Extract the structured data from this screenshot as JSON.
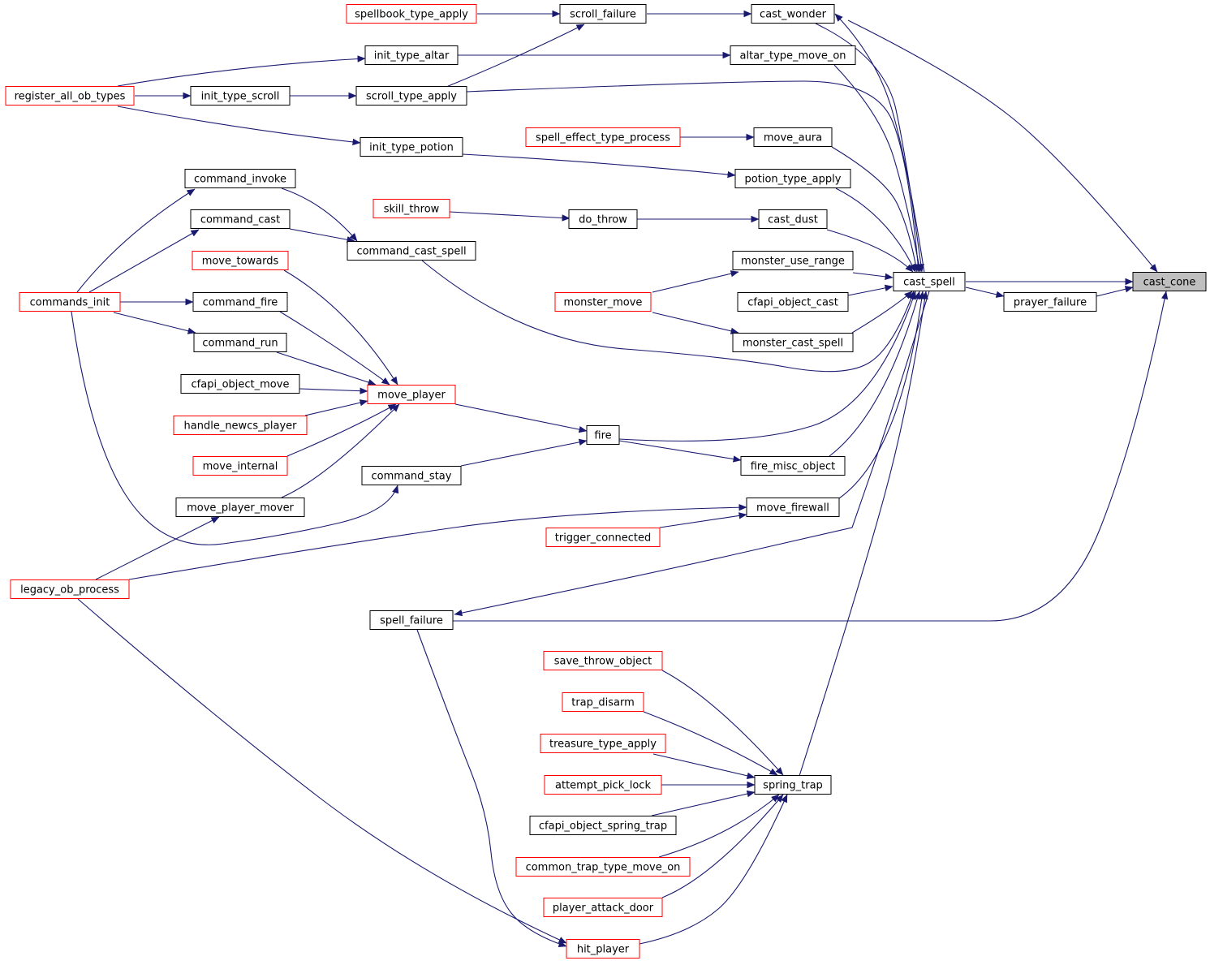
{
  "colors": {
    "edge": "#191970",
    "node_fill": "#ffffff",
    "node_border_normal": "#000000",
    "node_border_truncated": "#ff0000",
    "node_fill_focus": "#bfbfbf"
  },
  "nodes": [
    {
      "id": "cast_cone",
      "label": "cast_cone",
      "style": "focus"
    },
    {
      "id": "cast_spell",
      "label": "cast_spell",
      "style": "normal"
    },
    {
      "id": "prayer_failure",
      "label": "prayer_failure",
      "style": "normal"
    },
    {
      "id": "cast_wonder",
      "label": "cast_wonder",
      "style": "normal"
    },
    {
      "id": "spell_failure",
      "label": "spell_failure",
      "style": "normal"
    },
    {
      "id": "scroll_failure",
      "label": "scroll_failure",
      "style": "normal"
    },
    {
      "id": "spellbook_type_apply",
      "label": "spellbook_type_apply",
      "style": "truncated"
    },
    {
      "id": "init_type_altar",
      "label": "init_type_altar",
      "style": "normal"
    },
    {
      "id": "altar_type_move_on",
      "label": "altar_type_move_on",
      "style": "normal"
    },
    {
      "id": "register_all_ob_types",
      "label": "register_all_ob_types",
      "style": "truncated"
    },
    {
      "id": "init_type_scroll",
      "label": "init_type_scroll",
      "style": "normal"
    },
    {
      "id": "scroll_type_apply",
      "label": "scroll_type_apply",
      "style": "normal"
    },
    {
      "id": "init_type_potion",
      "label": "init_type_potion",
      "style": "normal"
    },
    {
      "id": "spell_effect_type_process",
      "label": "spell_effect_type_process",
      "style": "truncated"
    },
    {
      "id": "move_aura",
      "label": "move_aura",
      "style": "normal"
    },
    {
      "id": "potion_type_apply",
      "label": "potion_type_apply",
      "style": "normal"
    },
    {
      "id": "command_invoke",
      "label": "command_invoke",
      "style": "normal"
    },
    {
      "id": "command_cast",
      "label": "command_cast",
      "style": "normal"
    },
    {
      "id": "command_cast_spell",
      "label": "command_cast_spell",
      "style": "normal"
    },
    {
      "id": "skill_throw",
      "label": "skill_throw",
      "style": "truncated"
    },
    {
      "id": "do_throw",
      "label": "do_throw",
      "style": "normal"
    },
    {
      "id": "cast_dust",
      "label": "cast_dust",
      "style": "normal"
    },
    {
      "id": "monster_use_range",
      "label": "monster_use_range",
      "style": "normal"
    },
    {
      "id": "move_towards",
      "label": "move_towards",
      "style": "truncated"
    },
    {
      "id": "monster_move",
      "label": "monster_move",
      "style": "truncated"
    },
    {
      "id": "cfapi_object_cast",
      "label": "cfapi_object_cast",
      "style": "normal"
    },
    {
      "id": "commands_init",
      "label": "commands_init",
      "style": "truncated"
    },
    {
      "id": "command_fire",
      "label": "command_fire",
      "style": "normal"
    },
    {
      "id": "command_run",
      "label": "command_run",
      "style": "normal"
    },
    {
      "id": "monster_cast_spell",
      "label": "monster_cast_spell",
      "style": "normal"
    },
    {
      "id": "cfapi_object_move",
      "label": "cfapi_object_move",
      "style": "normal"
    },
    {
      "id": "move_player",
      "label": "move_player",
      "style": "truncated"
    },
    {
      "id": "handle_newcs_player",
      "label": "handle_newcs_player",
      "style": "truncated"
    },
    {
      "id": "fire",
      "label": "fire",
      "style": "normal"
    },
    {
      "id": "move_internal",
      "label": "move_internal",
      "style": "truncated"
    },
    {
      "id": "command_stay",
      "label": "command_stay",
      "style": "normal"
    },
    {
      "id": "fire_misc_object",
      "label": "fire_misc_object",
      "style": "normal"
    },
    {
      "id": "move_player_mover",
      "label": "move_player_mover",
      "style": "normal"
    },
    {
      "id": "move_firewall",
      "label": "move_firewall",
      "style": "normal"
    },
    {
      "id": "trigger_connected",
      "label": "trigger_connected",
      "style": "truncated"
    },
    {
      "id": "legacy_ob_process",
      "label": "legacy_ob_process",
      "style": "truncated"
    },
    {
      "id": "save_throw_object",
      "label": "save_throw_object",
      "style": "truncated"
    },
    {
      "id": "trap_disarm",
      "label": "trap_disarm",
      "style": "truncated"
    },
    {
      "id": "treasure_type_apply",
      "label": "treasure_type_apply",
      "style": "truncated"
    },
    {
      "id": "attempt_pick_lock",
      "label": "attempt_pick_lock",
      "style": "truncated"
    },
    {
      "id": "spring_trap",
      "label": "spring_trap",
      "style": "normal"
    },
    {
      "id": "cfapi_object_spring_trap",
      "label": "cfapi_object_spring_trap",
      "style": "normal"
    },
    {
      "id": "common_trap_type_move_on",
      "label": "common_trap_type_move_on",
      "style": "truncated"
    },
    {
      "id": "player_attack_door",
      "label": "player_attack_door",
      "style": "truncated"
    },
    {
      "id": "hit_player",
      "label": "hit_player",
      "style": "truncated"
    }
  ],
  "edges": [
    {
      "from": "cast_spell",
      "to": "cast_cone"
    },
    {
      "from": "prayer_failure",
      "to": "cast_cone"
    },
    {
      "from": "cast_wonder",
      "to": "cast_cone"
    },
    {
      "from": "spell_failure",
      "to": "cast_cone"
    },
    {
      "from": "cast_spell",
      "to": "prayer_failure"
    },
    {
      "from": "cast_spell",
      "to": "cast_wonder"
    },
    {
      "from": "cast_spell",
      "to": "spell_failure"
    },
    {
      "from": "cast_wonder",
      "to": "cast_spell"
    },
    {
      "from": "altar_type_move_on",
      "to": "cast_spell"
    },
    {
      "from": "scroll_type_apply",
      "to": "cast_spell"
    },
    {
      "from": "move_aura",
      "to": "cast_spell"
    },
    {
      "from": "potion_type_apply",
      "to": "cast_spell"
    },
    {
      "from": "cast_dust",
      "to": "cast_spell"
    },
    {
      "from": "monster_use_range",
      "to": "cast_spell"
    },
    {
      "from": "cfapi_object_cast",
      "to": "cast_spell"
    },
    {
      "from": "monster_cast_spell",
      "to": "cast_spell"
    },
    {
      "from": "command_cast_spell",
      "to": "cast_spell"
    },
    {
      "from": "fire",
      "to": "cast_spell"
    },
    {
      "from": "fire_misc_object",
      "to": "cast_spell"
    },
    {
      "from": "move_firewall",
      "to": "cast_spell"
    },
    {
      "from": "spring_trap",
      "to": "cast_spell"
    },
    {
      "from": "scroll_failure",
      "to": "cast_wonder"
    },
    {
      "from": "spellbook_type_apply",
      "to": "scroll_failure"
    },
    {
      "from": "scroll_type_apply",
      "to": "scroll_failure"
    },
    {
      "from": "init_type_altar",
      "to": "altar_type_move_on"
    },
    {
      "from": "register_all_ob_types",
      "to": "init_type_altar"
    },
    {
      "from": "register_all_ob_types",
      "to": "init_type_scroll"
    },
    {
      "from": "register_all_ob_types",
      "to": "init_type_potion"
    },
    {
      "from": "init_type_scroll",
      "to": "scroll_type_apply"
    },
    {
      "from": "init_type_potion",
      "to": "potion_type_apply"
    },
    {
      "from": "spell_effect_type_process",
      "to": "move_aura"
    },
    {
      "from": "do_throw",
      "to": "cast_dust"
    },
    {
      "from": "skill_throw",
      "to": "do_throw"
    },
    {
      "from": "command_invoke",
      "to": "command_cast_spell"
    },
    {
      "from": "command_cast",
      "to": "command_cast_spell"
    },
    {
      "from": "commands_init",
      "to": "command_invoke"
    },
    {
      "from": "commands_init",
      "to": "command_cast"
    },
    {
      "from": "commands_init",
      "to": "command_fire"
    },
    {
      "from": "commands_init",
      "to": "command_run"
    },
    {
      "from": "commands_init",
      "to": "command_stay"
    },
    {
      "from": "monster_move",
      "to": "monster_use_range"
    },
    {
      "from": "monster_move",
      "to": "monster_cast_spell"
    },
    {
      "from": "move_towards",
      "to": "move_player"
    },
    {
      "from": "command_fire",
      "to": "move_player"
    },
    {
      "from": "command_run",
      "to": "move_player"
    },
    {
      "from": "cfapi_object_move",
      "to": "move_player"
    },
    {
      "from": "handle_newcs_player",
      "to": "move_player"
    },
    {
      "from": "move_internal",
      "to": "move_player"
    },
    {
      "from": "move_player_mover",
      "to": "move_player"
    },
    {
      "from": "move_player",
      "to": "fire"
    },
    {
      "from": "command_stay",
      "to": "fire"
    },
    {
      "from": "fire",
      "to": "fire_misc_object"
    },
    {
      "from": "legacy_ob_process",
      "to": "move_player_mover"
    },
    {
      "from": "legacy_ob_process",
      "to": "move_firewall"
    },
    {
      "from": "legacy_ob_process",
      "to": "hit_player"
    },
    {
      "from": "trigger_connected",
      "to": "move_firewall"
    },
    {
      "from": "save_throw_object",
      "to": "spring_trap"
    },
    {
      "from": "trap_disarm",
      "to": "spring_trap"
    },
    {
      "from": "treasure_type_apply",
      "to": "spring_trap"
    },
    {
      "from": "attempt_pick_lock",
      "to": "spring_trap"
    },
    {
      "from": "cfapi_object_spring_trap",
      "to": "spring_trap"
    },
    {
      "from": "common_trap_type_move_on",
      "to": "spring_trap"
    },
    {
      "from": "player_attack_door",
      "to": "spring_trap"
    },
    {
      "from": "hit_player",
      "to": "spring_trap"
    },
    {
      "from": "spell_failure",
      "to": "hit_player"
    }
  ]
}
